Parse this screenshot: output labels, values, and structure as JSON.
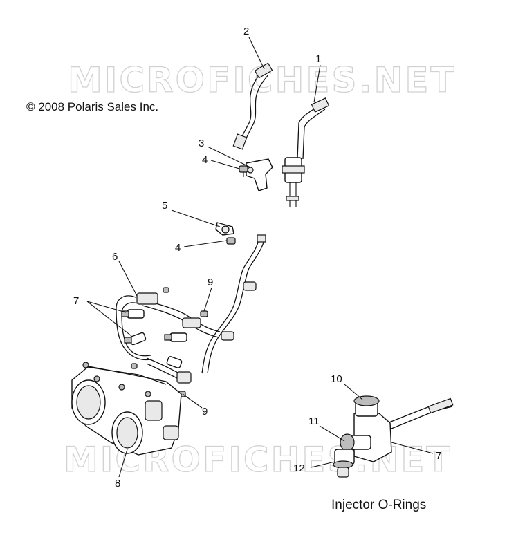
{
  "copyright": "© 2008 Polaris Sales Inc.",
  "watermark_text": "MICROFICHES.NET",
  "caption": "Injector O-Rings",
  "callouts": [
    "1",
    "2",
    "3",
    "4",
    "4",
    "5",
    "6",
    "7",
    "8",
    "9",
    "9",
    "10",
    "11",
    "12",
    "7"
  ],
  "colors": {
    "line": "#111111",
    "watermark": "#d2d2d2",
    "background": "#ffffff"
  }
}
